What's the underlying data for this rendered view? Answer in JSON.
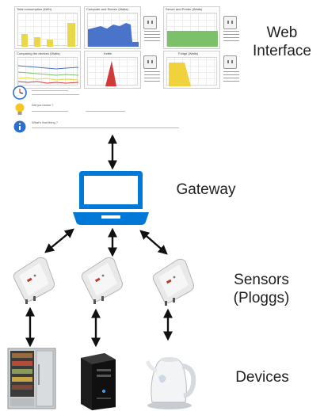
{
  "labels": {
    "web_interface": [
      "Web",
      "Interface"
    ],
    "gateway": "Gateway",
    "sensors": [
      "Sensors",
      "(Ploggs)"
    ],
    "devices": "Devices"
  },
  "web_panels": [
    "Total consumption (kWh)",
    "Computer and Screen (Watts)",
    "Server and Printer (Watts)",
    "Comparing the devices (Watts)",
    "Kettle",
    "Fridge (Watts)"
  ],
  "tips": [
    "Did you know ?",
    "What's that thing ?"
  ],
  "colors": {
    "arrow": "#111111",
    "laptop": "#0078d7",
    "bar_yellow": "#e8d84a",
    "area_blue": "#4a74c9",
    "area_green": "#7cc16a",
    "spike_red": "#d23a3a",
    "area_yellow": "#f0d23c"
  }
}
